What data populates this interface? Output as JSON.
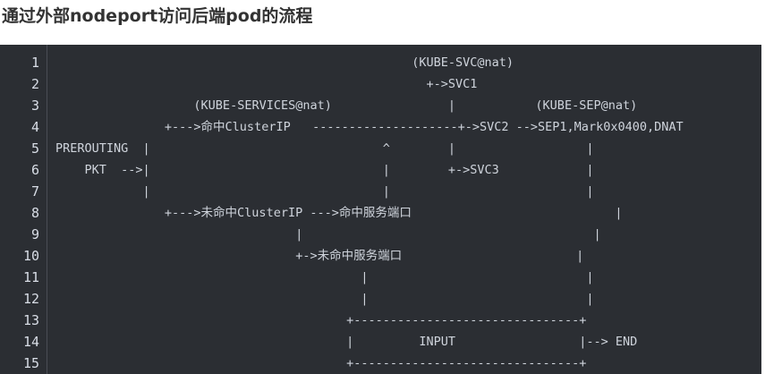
{
  "title": "通过外部nodeport访问后端pod的流程",
  "code": {
    "line_numbers": [
      "1",
      "2",
      "3",
      "4",
      "5",
      "6",
      "7",
      "8",
      "9",
      "10",
      "11",
      "12",
      "13",
      "14",
      "15"
    ],
    "lines": [
      "                                                 (KUBE-SVC@nat)",
      "                                                   +->SVC1",
      "                   (KUBE-SERVICES@nat)                |           (KUBE-SEP@nat)",
      "               +--->命中ClusterIP   --------------------+->SVC2 -->SEP1,Mark0x0400,DNAT",
      "PREROUTING  |                                ^        |                  |",
      "    PKT  -->|                                |        +->SVC3            |",
      "            |                                |                           |",
      "               +--->未命中ClusterIP --->命中服务端口                            |",
      "                                 |                                        |",
      "                                 +->未命中服务端口                        |",
      "                                          |                              |",
      "                                          |                              |",
      "                                        +-------------------------------+",
      "                                        |         INPUT                 |--> END",
      "                                        +-------------------------------+"
    ]
  }
}
